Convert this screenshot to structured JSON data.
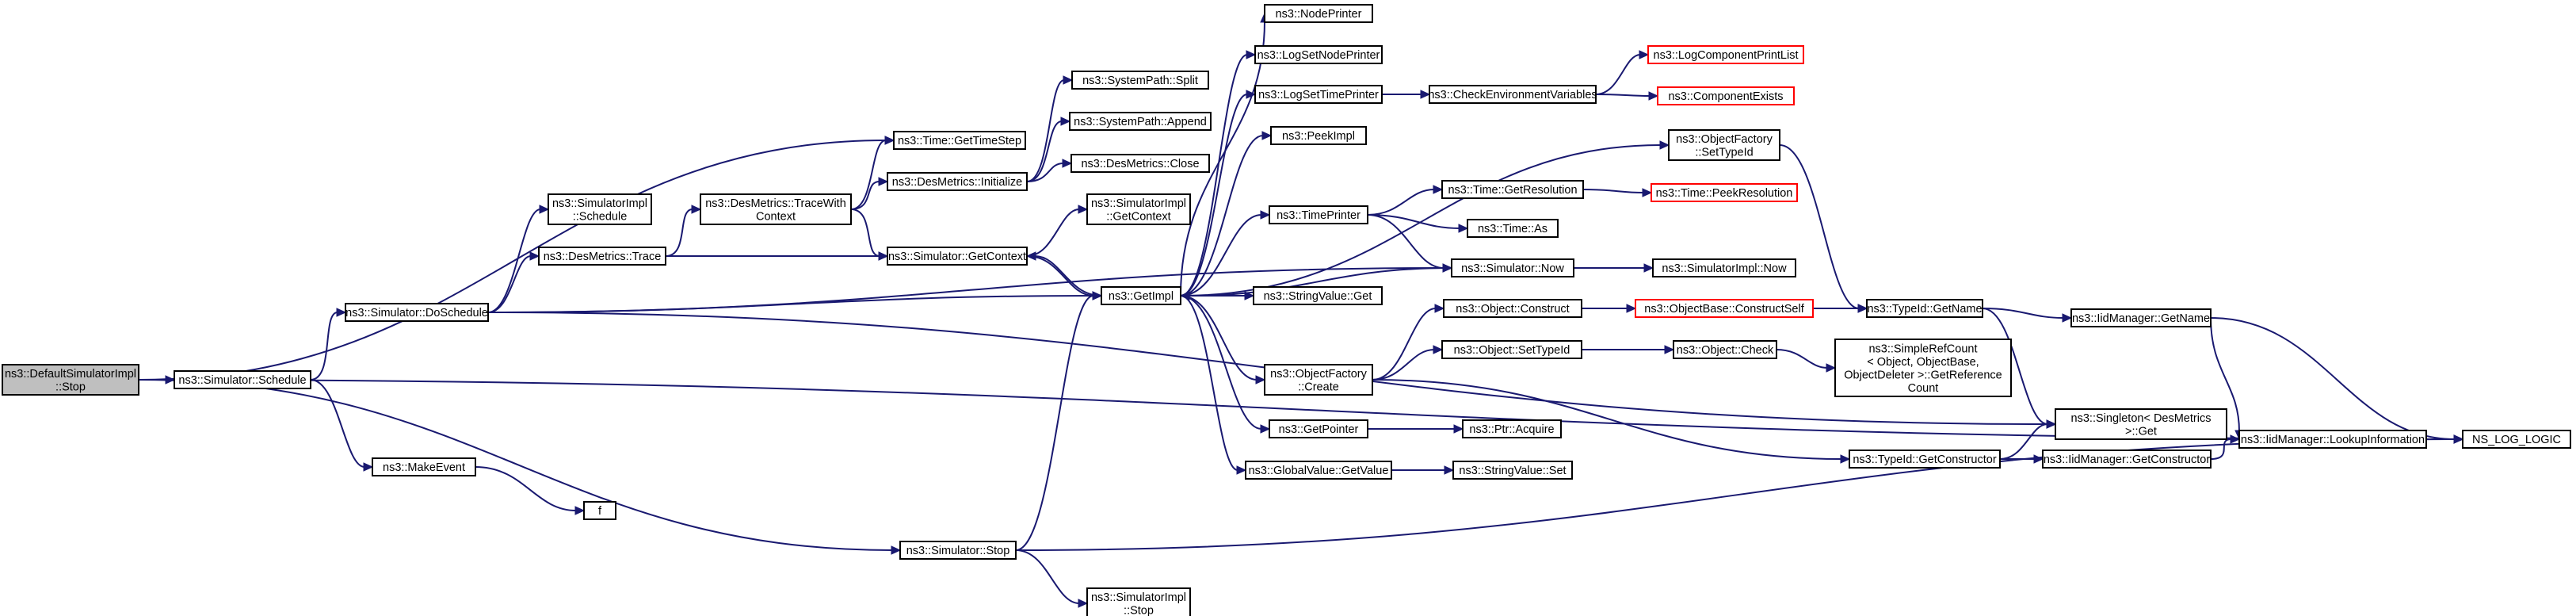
{
  "nodes": [
    {
      "id": "root",
      "lines": [
        "ns3::DefaultSimulatorImpl",
        "::Stop"
      ],
      "style": "root"
    },
    {
      "id": "sim_schedule",
      "lines": [
        "ns3::Simulator::Schedule"
      ]
    },
    {
      "id": "sim_doschedule",
      "lines": [
        "ns3::Simulator::DoSchedule"
      ]
    },
    {
      "id": "makeevent",
      "lines": [
        "ns3::MakeEvent"
      ]
    },
    {
      "id": "f",
      "lines": [
        "f"
      ]
    },
    {
      "id": "simimpl_schedule",
      "lines": [
        "ns3::SimulatorImpl",
        "::Schedule"
      ]
    },
    {
      "id": "desmetrics_trace",
      "lines": [
        "ns3::DesMetrics::Trace"
      ]
    },
    {
      "id": "desmetrics_tracewith",
      "lines": [
        "ns3::DesMetrics::TraceWith",
        "Context"
      ]
    },
    {
      "id": "time_gettimestep",
      "lines": [
        "ns3::Time::GetTimeStep"
      ]
    },
    {
      "id": "desmetrics_initialize",
      "lines": [
        "ns3::DesMetrics::Initialize"
      ]
    },
    {
      "id": "sim_getcontext",
      "lines": [
        "ns3::Simulator::GetContext"
      ]
    },
    {
      "id": "sim_stop",
      "lines": [
        "ns3::Simulator::Stop"
      ]
    },
    {
      "id": "systempath_split",
      "lines": [
        "ns3::SystemPath::Split"
      ]
    },
    {
      "id": "systempath_append",
      "lines": [
        "ns3::SystemPath::Append"
      ]
    },
    {
      "id": "desmetrics_close",
      "lines": [
        "ns3::DesMetrics::Close"
      ]
    },
    {
      "id": "simimpl_getcontext",
      "lines": [
        "ns3::SimulatorImpl",
        "::GetContext"
      ]
    },
    {
      "id": "getimpl",
      "lines": [
        "ns3::GetImpl"
      ]
    },
    {
      "id": "simimpl_stop",
      "lines": [
        "ns3::SimulatorImpl",
        "::Stop"
      ]
    },
    {
      "id": "nodeprinter",
      "lines": [
        "ns3::NodePrinter"
      ]
    },
    {
      "id": "logsetnodeprinter",
      "lines": [
        "ns3::LogSetNodePrinter"
      ]
    },
    {
      "id": "logsettimeprinter",
      "lines": [
        "ns3::LogSetTimePrinter"
      ]
    },
    {
      "id": "peekimpl",
      "lines": [
        "ns3::PeekImpl"
      ]
    },
    {
      "id": "timeprinter",
      "lines": [
        "ns3::TimePrinter"
      ]
    },
    {
      "id": "stringvalue_get",
      "lines": [
        "ns3::StringValue::Get"
      ]
    },
    {
      "id": "objectfactory_create",
      "lines": [
        "ns3::ObjectFactory",
        "::Create"
      ]
    },
    {
      "id": "getpointer",
      "lines": [
        "ns3::GetPointer"
      ]
    },
    {
      "id": "globalvalue_getvalue",
      "lines": [
        "ns3::GlobalValue::GetValue"
      ]
    },
    {
      "id": "checkenv",
      "lines": [
        "ns3::CheckEnvironmentVariables"
      ]
    },
    {
      "id": "time_getresolution",
      "lines": [
        "ns3::Time::GetResolution"
      ]
    },
    {
      "id": "time_as",
      "lines": [
        "ns3::Time::As"
      ]
    },
    {
      "id": "sim_now",
      "lines": [
        "ns3::Simulator::Now"
      ]
    },
    {
      "id": "object_construct",
      "lines": [
        "ns3::Object::Construct"
      ]
    },
    {
      "id": "object_settypeid",
      "lines": [
        "ns3::Object::SetTypeId"
      ]
    },
    {
      "id": "ptr_acquire",
      "lines": [
        "ns3::Ptr::Acquire"
      ]
    },
    {
      "id": "stringvalue_set",
      "lines": [
        "ns3::StringValue::Set"
      ]
    },
    {
      "id": "logcomponentprintlist",
      "lines": [
        "ns3::LogComponentPrintList"
      ],
      "style": "red"
    },
    {
      "id": "componentexists",
      "lines": [
        "ns3::ComponentExists"
      ],
      "style": "red"
    },
    {
      "id": "objectfactory_settypeid",
      "lines": [
        "ns3::ObjectFactory",
        "::SetTypeId"
      ]
    },
    {
      "id": "time_peekresolution",
      "lines": [
        "ns3::Time::PeekResolution"
      ],
      "style": "red"
    },
    {
      "id": "simimpl_now",
      "lines": [
        "ns3::SimulatorImpl::Now"
      ]
    },
    {
      "id": "objectbase_constructself",
      "lines": [
        "ns3::ObjectBase::ConstructSelf"
      ],
      "style": "red"
    },
    {
      "id": "object_check",
      "lines": [
        "ns3::Object::Check"
      ]
    },
    {
      "id": "typeid_getconstructor",
      "lines": [
        "ns3::TypeId::GetConstructor"
      ]
    },
    {
      "id": "typeid_getname",
      "lines": [
        "ns3::TypeId::GetName"
      ]
    },
    {
      "id": "simplerefcount",
      "lines": [
        "ns3::SimpleRefCount",
        "< Object, ObjectBase,",
        "ObjectDeleter >::GetReference",
        "Count"
      ]
    },
    {
      "id": "iidmanager_getconstructor",
      "lines": [
        "ns3::IidManager::GetConstructor"
      ]
    },
    {
      "id": "iidmanager_getname",
      "lines": [
        "ns3::IidManager::GetName"
      ]
    },
    {
      "id": "singleton_get",
      "lines": [
        "ns3::Singleton< DesMetrics",
        " >::Get"
      ]
    },
    {
      "id": "iidmanager_lookup",
      "lines": [
        "ns3::IidManager::LookupInformation"
      ]
    },
    {
      "id": "ns_log_logic",
      "lines": [
        "NS_LOG_LOGIC"
      ]
    }
  ],
  "edges": [
    [
      "root",
      "sim_schedule"
    ],
    [
      "root",
      "time_gettimestep"
    ],
    [
      "root",
      "sim_stop"
    ],
    [
      "root",
      "ns_log_logic"
    ],
    [
      "sim_schedule",
      "sim_doschedule"
    ],
    [
      "sim_schedule",
      "makeevent"
    ],
    [
      "makeevent",
      "f"
    ],
    [
      "sim_doschedule",
      "simimpl_schedule"
    ],
    [
      "sim_doschedule",
      "desmetrics_trace"
    ],
    [
      "sim_doschedule",
      "getimpl"
    ],
    [
      "sim_doschedule",
      "sim_now"
    ],
    [
      "sim_doschedule",
      "singleton_get"
    ],
    [
      "desmetrics_trace",
      "desmetrics_tracewith"
    ],
    [
      "desmetrics_trace",
      "sim_getcontext"
    ],
    [
      "desmetrics_tracewith",
      "time_gettimestep"
    ],
    [
      "desmetrics_tracewith",
      "desmetrics_initialize"
    ],
    [
      "desmetrics_tracewith",
      "sim_getcontext"
    ],
    [
      "desmetrics_initialize",
      "systempath_split"
    ],
    [
      "desmetrics_initialize",
      "systempath_append"
    ],
    [
      "desmetrics_initialize",
      "desmetrics_close"
    ],
    [
      "sim_getcontext",
      "simimpl_getcontext"
    ],
    [
      "sim_getcontext",
      "getimpl"
    ],
    [
      "sim_stop",
      "getimpl"
    ],
    [
      "sim_stop",
      "simimpl_stop"
    ],
    [
      "sim_stop",
      "ns_log_logic"
    ],
    [
      "getimpl",
      "nodeprinter"
    ],
    [
      "getimpl",
      "logsetnodeprinter"
    ],
    [
      "getimpl",
      "logsettimeprinter"
    ],
    [
      "getimpl",
      "peekimpl"
    ],
    [
      "getimpl",
      "objectfactory_settypeid"
    ],
    [
      "getimpl",
      "timeprinter"
    ],
    [
      "getimpl",
      "sim_getcontext"
    ],
    [
      "getimpl",
      "stringvalue_get"
    ],
    [
      "getimpl",
      "objectfactory_create"
    ],
    [
      "getimpl",
      "getpointer"
    ],
    [
      "getimpl",
      "globalvalue_getvalue"
    ],
    [
      "logsettimeprinter",
      "checkenv"
    ],
    [
      "checkenv",
      "logcomponentprintlist"
    ],
    [
      "checkenv",
      "componentexists"
    ],
    [
      "timeprinter",
      "time_getresolution"
    ],
    [
      "timeprinter",
      "time_as"
    ],
    [
      "timeprinter",
      "sim_now"
    ],
    [
      "time_getresolution",
      "time_peekresolution"
    ],
    [
      "sim_now",
      "getimpl"
    ],
    [
      "sim_now",
      "simimpl_now"
    ],
    [
      "objectfactory_create",
      "object_construct"
    ],
    [
      "objectfactory_create",
      "object_settypeid"
    ],
    [
      "objectfactory_create",
      "typeid_getconstructor"
    ],
    [
      "object_construct",
      "objectbase_constructself"
    ],
    [
      "objectbase_constructself",
      "typeid_getname"
    ],
    [
      "object_settypeid",
      "object_check"
    ],
    [
      "object_check",
      "simplerefcount"
    ],
    [
      "getpointer",
      "ptr_acquire"
    ],
    [
      "globalvalue_getvalue",
      "stringvalue_set"
    ],
    [
      "objectfactory_settypeid",
      "typeid_getname"
    ],
    [
      "typeid_getname",
      "iidmanager_getname"
    ],
    [
      "typeid_getname",
      "singleton_get"
    ],
    [
      "typeid_getconstructor",
      "iidmanager_getconstructor"
    ],
    [
      "typeid_getconstructor",
      "singleton_get"
    ],
    [
      "iidmanager_getconstructor",
      "iidmanager_lookup"
    ],
    [
      "iidmanager_getname",
      "iidmanager_lookup"
    ],
    [
      "iidmanager_getname",
      "ns_log_logic"
    ],
    [
      "iidmanager_lookup",
      "ns_log_logic"
    ]
  ]
}
